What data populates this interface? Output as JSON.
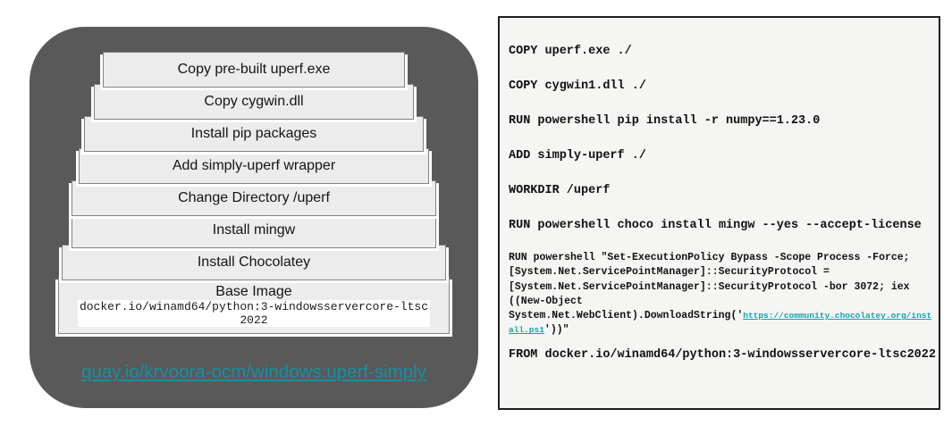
{
  "left_panel": {
    "layers": [
      "Copy pre-built uperf.exe",
      "Copy cygwin.dll",
      "Install pip packages",
      "Add simply-uperf wrapper",
      "Change Directory /uperf",
      "Install mingw",
      "Install Chocolatey"
    ],
    "base_layer": {
      "title": "Base Image",
      "image_ref": "docker.io/winamd64/python:3-windowsservercore-ltsc\n2022"
    },
    "registry_link": "quay.io/krvoora-ocm/windows:uperf-simply"
  },
  "dockerfile_panel": {
    "lines": [
      "COPY uperf.exe ./",
      "COPY cygwin1.dll ./",
      "RUN powershell pip install -r numpy==1.23.0",
      "ADD simply-uperf ./",
      "WORKDIR /uperf",
      "RUN powershell choco install mingw --yes --accept-license"
    ],
    "script_line": {
      "before_link": "RUN powershell \"Set-ExecutionPolicy Bypass -Scope Process -Force;\n[System.Net.ServicePointManager]::SecurityProtocol =\n[System.Net.ServicePointManager]::SecurityProtocol -bor 3072; iex\n((New-Object\nSystem.Net.WebClient).DownloadString('",
      "link_text": "https://community.chocolatey.org/install.ps1",
      "after_link": "'))\""
    },
    "from_line": "FROM docker.io/winamd64/python:3-windowsservercore-ltsc2022"
  },
  "colors": {
    "panel_background": "#595959",
    "layer_fill": "#ececec",
    "layer_border": "#828282",
    "layer_shadow": "#ffffff",
    "registry_link_teal": "#1691a2",
    "code_link_teal": "#16a2b2",
    "code_panel_background": "#f5f5f3",
    "code_panel_border": "#202020",
    "code_text": "#111111"
  }
}
